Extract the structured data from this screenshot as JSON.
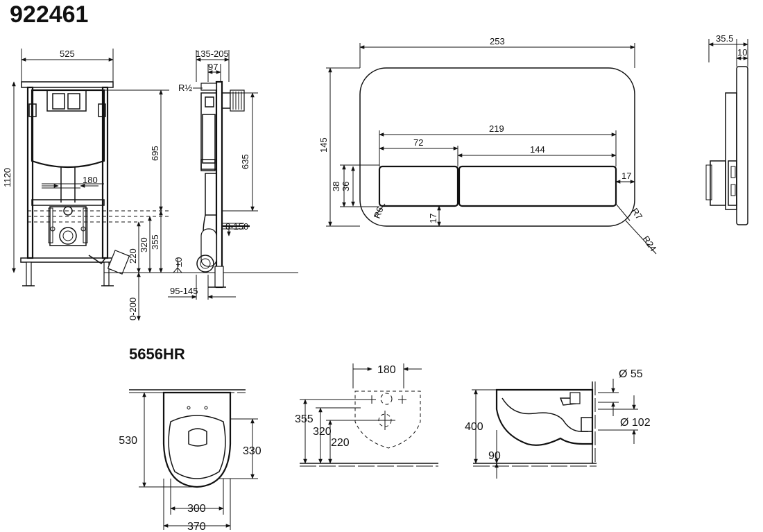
{
  "titles": {
    "frame_code": "922461",
    "toilet_code": "5656HR"
  },
  "frame_front": {
    "width": "525",
    "height": "1120",
    "cistern_height": "695",
    "outlet_spacing": "180",
    "waste_height_a": "355",
    "waste_height_b": "320",
    "waste_height_c": "220",
    "floor_adjust": "0-200"
  },
  "frame_side": {
    "depth_range": "135-205",
    "depth": "97",
    "thread": "R½",
    "height": "635",
    "adjust_range": "0-150",
    "floor_level": "±0",
    "base_range": "95-145"
  },
  "flush_plate": {
    "width": "253",
    "height": "145",
    "buttons_width": "219",
    "small_button": "72",
    "large_button": "144",
    "button_height_outer": "38",
    "button_height_inner": "36",
    "right_margin": "17",
    "bottom_margin": "17",
    "corner_small": "R6",
    "corner_mid": "R7",
    "corner_large": "R24"
  },
  "flush_plate_side": {
    "depth_total": "35.5",
    "depth_plate": "10"
  },
  "toilet_top": {
    "length": "530",
    "bowl_length": "330",
    "bowl_width": "300",
    "total_width": "370"
  },
  "toilet_rear": {
    "bolt_spacing": "180",
    "height_a": "355",
    "height_b": "320",
    "height_c": "220"
  },
  "toilet_side": {
    "inlet_diameter": "Ø 55",
    "outlet_diameter": "Ø 102",
    "height": "400",
    "outlet_offset": "90"
  }
}
